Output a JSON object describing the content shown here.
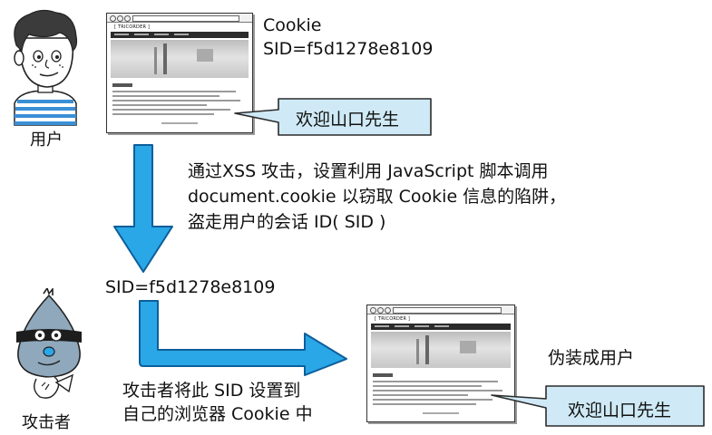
{
  "user": {
    "label": "用户"
  },
  "attacker": {
    "label": "攻击者"
  },
  "cookie_note": {
    "line1": "Cookie",
    "line2": "SID=f5d1278e8109"
  },
  "browser_brand": "[ TRICORDER ]",
  "callout_top": {
    "text": "欢迎山口先生"
  },
  "callout_bottom": {
    "text": "欢迎山口先生"
  },
  "step1": {
    "line1": "通过XSS 攻击，设置利用 JavaScript 脚本调用",
    "line2": "document.cookie 以窃取 Cookie 信息的陷阱，",
    "line3": "盗走用户的会话 ID( SID )"
  },
  "stolen_sid": "SID=f5d1278e8109",
  "step2": {
    "line1": "攻击者将此 SID 设置到",
    "line2": "自己的浏览器 Cookie 中"
  },
  "impersonate": "伪装成用户",
  "colors": {
    "arrow_fill": "#2aa7e6",
    "arrow_stroke": "#0d5f9a",
    "callout_fill": "#cfeaf6",
    "callout_stroke": "#2b2b2b",
    "stripe": "#3a8fd6"
  }
}
